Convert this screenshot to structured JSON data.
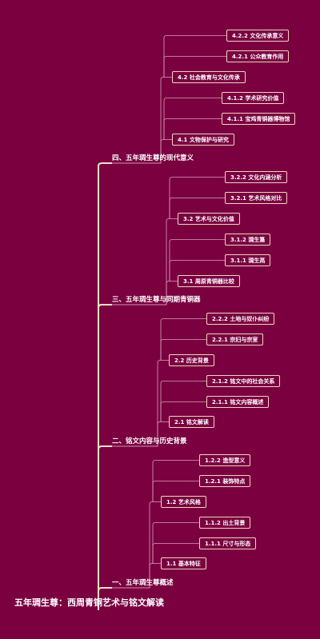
{
  "root": "五年琱生尊：西周青铜艺术与铭文解读",
  "sections": [
    {
      "title": "四、五年琱生尊的现代意义",
      "children": [
        {
          "label": "4.2 社会教育与文化传承",
          "children": [
            "4.2.2 文化传承意义",
            "4.2.1 公众教育作用"
          ]
        },
        {
          "label": "4.1 文物保护与研究",
          "children": [
            "4.1.2 学术研究价值",
            "4.1.1 宝鸡青铜器博物馆"
          ]
        }
      ]
    },
    {
      "title": "三、五年琱生尊与同期青铜器",
      "children": [
        {
          "label": "3.2 艺术与文化价值",
          "children": [
            "3.2.2 文化内涵分析",
            "3.2.1 艺术风格对比"
          ]
        },
        {
          "label": "3.1 周原青铜器比较",
          "children": [
            "3.1.2 琱生簋",
            "3.1.1 琱生鬲"
          ]
        }
      ]
    },
    {
      "title": "二、铭文内容与历史背景",
      "children": [
        {
          "label": "2.2 历史背景",
          "children": [
            "2.2.2 土地与奴仆纠纷",
            "2.2.1 宗妇与宗室"
          ]
        },
        {
          "label": "2.1 铭文解读",
          "children": [
            "2.1.2 铭文中的社会关系",
            "2.1.1 铭文内容概述"
          ]
        }
      ]
    },
    {
      "title": "一、五年琱生尊概述",
      "children": [
        {
          "label": "1.2 艺术风格",
          "children": [
            "1.2.2 造型意义",
            "1.2.1 装饰特点"
          ]
        },
        {
          "label": "1.1 基本特征",
          "children": [
            "1.1.2 出土背景",
            "1.1.1 尺寸与形态"
          ]
        }
      ]
    }
  ]
}
